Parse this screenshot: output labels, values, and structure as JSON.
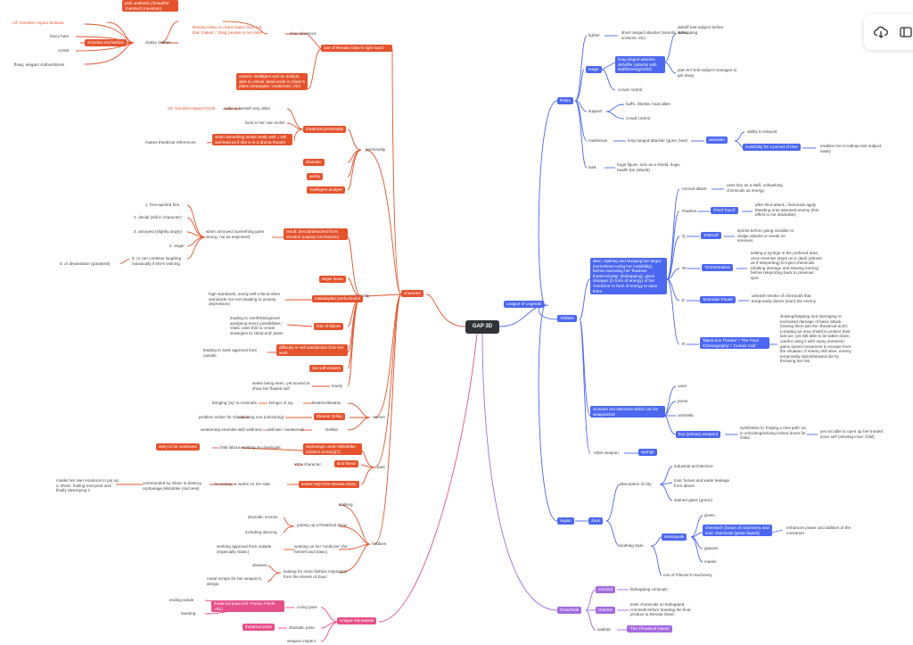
{
  "toolbar": {
    "download_icon": "cloud-download-icon",
    "layout_icon": "layout-icon"
  },
  "center": {
    "label": "GAP 3D"
  },
  "colors": {
    "character": "#e5532d",
    "league": "#4c67f0",
    "clowchole": "#a46be0",
    "animations": "#e6508a"
  },
  "left": {
    "character": "character",
    "char_ref": {
      "title": "one of Renata Glasc's right hand",
      "label": "char reference",
      "note": "Renata Glasc is charm-batim from LoL that 'makes' / 'drag' people to her side)",
      "reason": "reason: intelligent and an analyst, able to unlock 'dead ends' in Glasc's plans (strategies, 'medicines', etc)"
    },
    "classy": {
      "label": "classy clothes",
      "pink": "pink aesthetic ('beautiful' chemtech invention)",
      "victorian": "victorian era fashion",
      "ref": "ref: Genshin Impact fontaine",
      "items": [
        "fancy hats",
        "corset",
        "flowy, elegant clothes/dress"
      ]
    },
    "personality": {
      "label": "personality",
      "theatrical": "theatrical personality",
      "ref_fischl": "ref: Genshin Impact Fischl",
      "talks": "talks to herself very often",
      "lives": "lives in her own world",
      "when": "when something works really well = sell and lead as if she is in a drama theatre",
      "makes": "makes theatrical references",
      "traits": [
        "dramatic",
        "quirky",
        "'intelligent analyst'"
      ]
    },
    "annoyed": {
      "stages": [
        "1. free-spirited first",
        "2. denial (still in character)",
        "3. annoyed (slightly angry)",
        "4. anger",
        "5. or can continue laughing maniacally if she's winning",
        "5. or devastation (paralysis)"
      ],
      "when": "when annoyed (something goes wrong, not as expected)",
      "result": "result: devoid/detached from emotion (coping mechanism)"
    },
    "personality2": {
      "label": "personality",
      "anger": "anger issue",
      "maladaptive": "maladaptive perfectionist",
      "maladaptive_note": "high standards, overly self-critical when standards not met (leading to anxiety, depression)",
      "fear": "fear of failure",
      "fear_note": "leading to overthinking/over analysing every possibilities - Glasc uses this to create strategies to 'dead end' plans",
      "difficulty": "difficulty in self satisfaction from her work",
      "difficulty_note": "leading to seek approval from outside",
      "low": "low self-esteem",
      "lonely": "lonely",
      "lonely_note": "seeks being seen, yet scared to show her flawed self"
    },
    "names": {
      "label": "names",
      "bringing": "bringing 'joy' to criminals",
      "bringer": "bringer of joy",
      "beatrice": "Beatrice/Beatrix",
      "problem": "problem solver for Glasc",
      "shining": "shining one (unlocking)",
      "eleanor": "Eleanor (Ellie)",
      "weakening": "weakening enemies with wildness",
      "delicate": "delicate / weakened",
      "delilah": "Delilah"
    },
    "past": {
      "label": "past",
      "story": "story to be continued",
      "child": "child labour working on chemicals",
      "orphanage": "orphanage under Mistoktke (Glasc's enemy)(?)",
      "yc": "YC's character",
      "sick": "sick friend",
      "masks": "masks her own emotions to put up a 'show', fooling everyone and finally destroying it",
      "commanded": "commanded by Glasc to destroy orphanage Mistoktke (success)",
      "no_money": "no money -> works on her side",
      "seeks": "seeks help from Renata Glasc"
    },
    "hobbies": {
      "label": "hobbies",
      "stalking": "stalking",
      "dramatic": "dramatic scenes",
      "dancing": "including dancing",
      "putting": "putting up a theatrical show",
      "seeking": "seeking approval from outside (especially Glasc)",
      "working": "working on her 'medicine' (for herself and Glasc)",
      "dresses": "dresses",
      "metal": "metal scraps for her weapon's design",
      "looking": "looking for more fashion inspiration from the streets of Zaun"
    },
    "animations": {
      "label": "Unique Animations",
      "ending": "ending salute",
      "taunting": "taunting",
      "theatrical_pose": "theatrical pose (ref: Furina, Fischl =BL)",
      "cocky": "cocky pose",
      "theatrical_pose2": "theatrical pose",
      "dramatic": "dramatic pose",
      "weapon": "weapon inspect"
    }
  },
  "right": {
    "league": "League of Legends",
    "roles": {
      "label": "Roles",
      "fighter": "fighter",
      "fighter_note": "short ranged attacker (swords, axes, scissors, etc)",
      "mage": "mage",
      "mage_box": "long ranged attacker, debuffer (attacks with staffs/energy/orbs)",
      "debuff": "debuff test subject before kidnapping",
      "planb": "plan B if test subject manages to get away",
      "crowd": "crowd control",
      "support": "support",
      "buffs": "buffs, shields, heal allies",
      "crowd2": "crowd control",
      "marksman": "marksman",
      "marksman_note": "long ranged attacker (guns, bow)",
      "assassin": "assassin",
      "ability": "ability to teleport",
      "invisibility": "invisibility for a period of time",
      "enables": "enables her to kidnap test subject easily",
      "tank": "tank",
      "tank_note": "huge figure, acts as a shield, huge, health bar (shield)"
    },
    "abilities": {
      "label": "Abilities",
      "desc": "desc: stalking and studying her target (sometimes using her invisibility), before executing her 'flawless theatrical play' (kidnapping), gives dosages (in form of energy) of her 'medicine' in form of energy to daze them",
      "normal": "normal attack",
      "normal_note": "uses key as a staff, unleashing chemicals as energy",
      "passive": "Passive",
      "final": "'Final Touch'",
      "final_note": "after third attack, chemicals apply bleeding onto attacked enemy (this effect is not stackable)",
      "q": "Q",
      "interval": "'Interval'",
      "interval_note": "sprints before going invisible to dodge attacks or sneak on enemies",
      "w": "W",
      "orchestration": "'Orchestration'",
      "orchestration_note": "setting a syringe in the prefered area, once enemies steps on it, dash (almost as if teleporting) to inject chemicals (dealing damage and slowing enemy) before teleporting back to previous spot",
      "e": "E",
      "pause": "'Dramatic Pause'",
      "pause_note": "unleash smoke of chemicals that temporarily dazes (stun) the enemy",
      "r": "R",
      "blackbox": "'Black-box Theatre' / 'The Final Choreography' / 'Curtain Call'",
      "blackbox_note": "slowing/trapping and damaging or increased damage of basic attack (having them join the 'theatrical acts') (creating an area shield to protect their last act, yet still able to be taken down, careful using it with many enemies) gains speed movement to escape from the situation, if enemy still alive, enemy temporarily dazed/slowed dot by throwing her hat"
    },
    "weapons": {
      "victorian": "victorian era elements which can be weaponized",
      "cane": "cane",
      "purse": "purse",
      "umbrella": "umbrella",
      "key": "key (primary weapon)",
      "symbolism": "symbolism to 'forging a new path' as in unlocking/solving locked doors for Glasc",
      "yet": "yet not able to open up her trusted inner self (missing inner child)",
      "other": "other weapon",
      "syringe": "syringe"
    },
    "region": {
      "label": "region",
      "zaun": "Zaun",
      "description": "description of city",
      "industrial": "industrial architecture",
      "toxic": "toxic fumes and water leakage from above",
      "stained": "stained glass (green)",
      "clothing": "clothing style",
      "green": "green",
      "steampunk": "steampunk",
      "chemtech": "chemtech (fusion of machinery and toxic chemicals (green liquid))",
      "enhances": "enhances power and abilities of the consumer",
      "glasses": "glasses",
      "masks": "masks",
      "mix": "mix of Piltover's machinery"
    },
    "clowchole": {
      "label": "Clowchole",
      "criminal": "criminal",
      "kidnapping": "kidnapping criminals",
      "chemist": "chemist",
      "tests": "tests chemicals on kidnapped criminals before handing the final product to Renata Glasc",
      "sadistic": "sadistic",
      "havoc": "'The Theatrical Havoc'"
    }
  }
}
